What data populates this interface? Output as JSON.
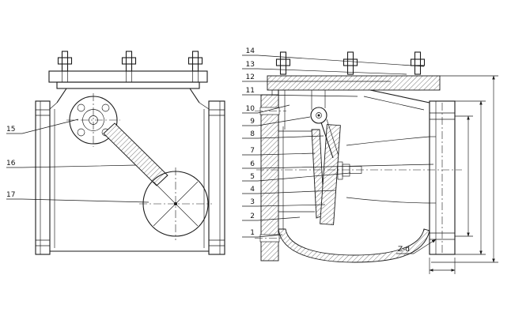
{
  "drawing": {
    "views": {
      "side_view": {
        "callouts": [
          "15",
          "16",
          "17"
        ]
      },
      "section_view": {
        "callouts": [
          "14",
          "13",
          "12",
          "11",
          "10",
          "9",
          "8",
          "7",
          "6",
          "5",
          "4",
          "3",
          "2",
          "1"
        ]
      },
      "annotations": {
        "bolt_hole_label": "Z-d"
      }
    },
    "colors": {
      "line": "#1a1a1a",
      "background": "#ffffff"
    }
  }
}
